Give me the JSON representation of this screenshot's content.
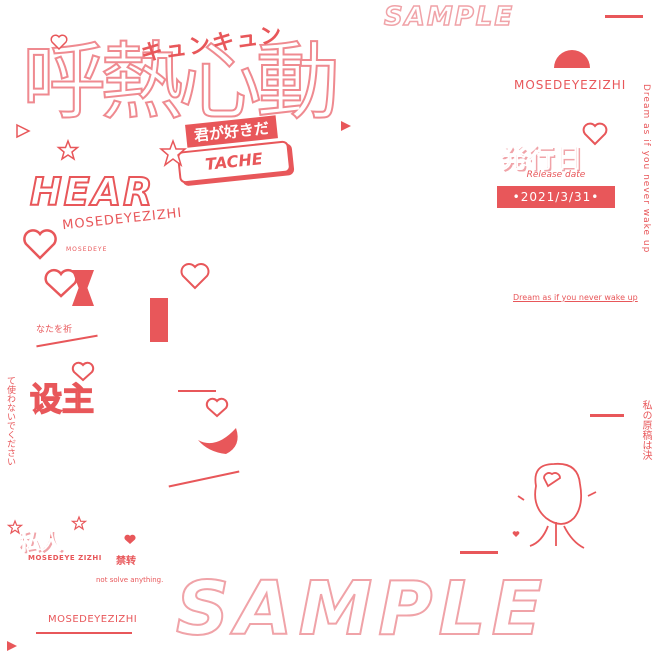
{
  "watermark": {
    "top": "SAMPLE",
    "bottom": "SAMPLE"
  },
  "title": {
    "main_kanji": "呼熱心動",
    "katakana": "キュンキュン",
    "subtitle_jp": "君が好きだ",
    "heart_word": "HEAR",
    "ache_word": "TACHE"
  },
  "brand": {
    "name": "MOSEDEYEZIZHI",
    "name_small": "MOSEDEYE",
    "name_bottom": "MOSEDEYE ZIZHI"
  },
  "release": {
    "title": "発行日",
    "label": "Release date",
    "date": "•2021/3/31•"
  },
  "phrases": {
    "dream_vertical": "Dream as if you never wake up",
    "dream_horizontal": "Dream as if you never wake up",
    "not_solve": "not solve anything.",
    "private_vertical": "私の原稿は決",
    "please_vertical": "て使わないでください"
  },
  "labels": {
    "tag_pink": "なたを祈",
    "big_left": "设主",
    "shijin": "私人",
    "kinshi": "禁转"
  },
  "colors": {
    "accent": "#e8575a",
    "soft": "#f0a3a8"
  }
}
